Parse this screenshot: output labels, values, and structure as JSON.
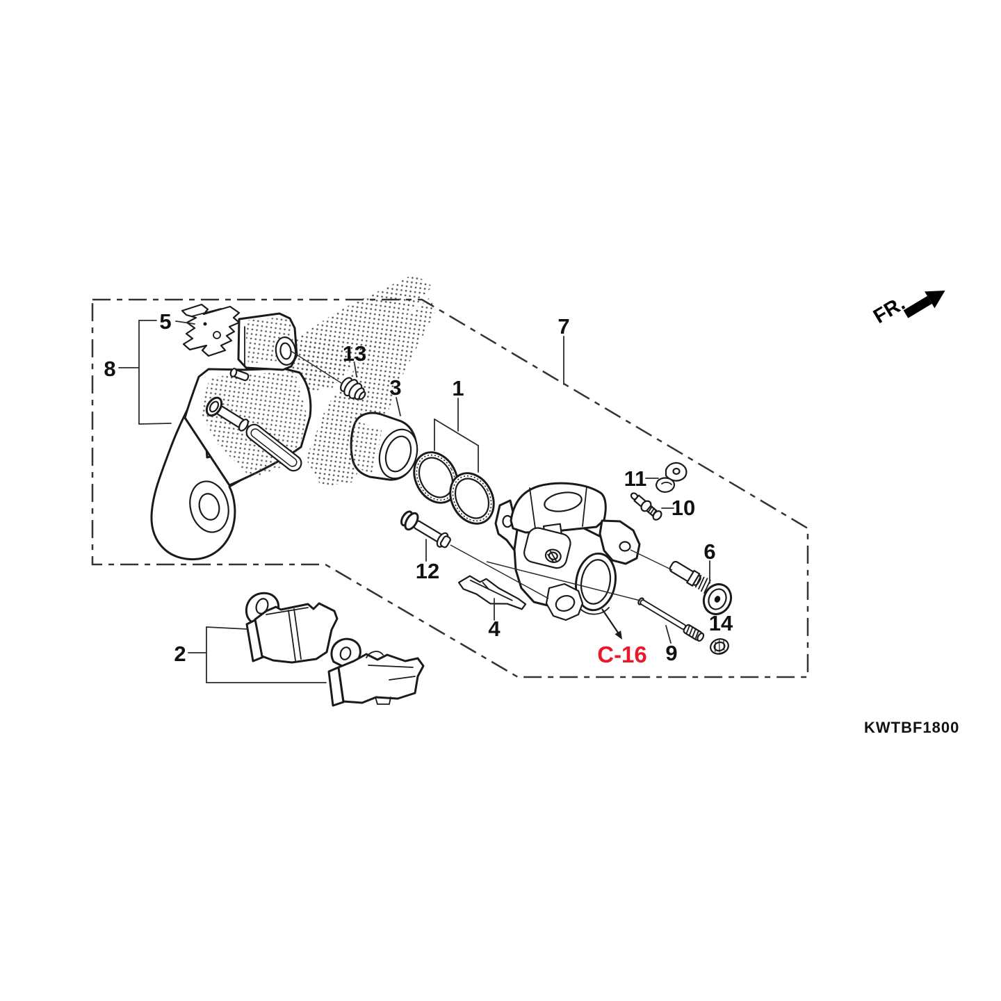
{
  "figure": {
    "code": "KWTBF1800",
    "direction_label": "FR.",
    "highlight_ref": "C-16",
    "highlight_color": "#e8192b",
    "line_color": "#1a1a1a",
    "part_numbers": [
      "1",
      "2",
      "3",
      "4",
      "5",
      "6",
      "7",
      "8",
      "9",
      "10",
      "11",
      "12",
      "13",
      "14"
    ]
  }
}
